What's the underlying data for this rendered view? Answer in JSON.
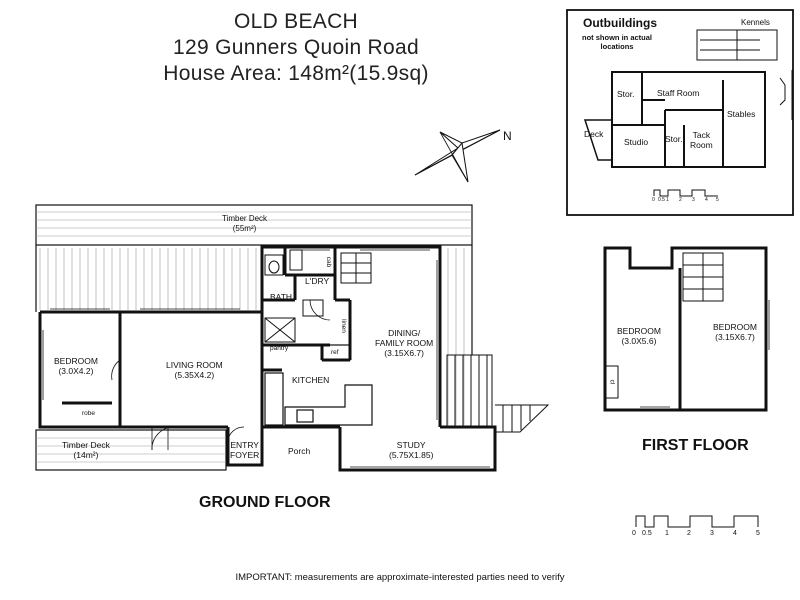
{
  "header": {
    "line1": "OLD BEACH",
    "line2": "129 Gunners Quoin Road",
    "line3": "House Area: 148m²(15.9sq)"
  },
  "compass": {
    "label": "N"
  },
  "outbuildings": {
    "title": "Outbuildings",
    "subtitle": "not shown in actual\nlocations",
    "kennels": "Kennels",
    "stor1": "Stor.",
    "staff_room": "Staff Room",
    "stables": "Stables",
    "deck": "Deck",
    "studio": "Studio",
    "stor2": "Stor.",
    "tack_room": "Tack\nRoom",
    "scale": [
      "0",
      "0.5",
      "1",
      "2",
      "3",
      "4",
      "5"
    ]
  },
  "ground_floor": {
    "heading": "GROUND FLOOR",
    "timber_deck_top": "Timber Deck\n(55m²)",
    "bedroom": "BEDROOM\n(3.0X4.2)",
    "robe": "robe",
    "living_room": "LIVING ROOM\n(5.35X4.2)",
    "laundry": "L'DRY",
    "cab": "cab",
    "bath": "BATH",
    "linen": "linen",
    "pantry": "pantry",
    "ref": "ref",
    "kitchen": "KITCHEN",
    "dining": "DINING/\nFAMILY ROOM\n(3.15X6.7)",
    "timber_deck_bottom": "Timber Deck\n(14m²)",
    "entry": "ENTRY\nFOYER",
    "porch": "Porch",
    "study": "STUDY\n(5.75X1.85)"
  },
  "first_floor": {
    "heading": "FIRST FLOOR",
    "bedroom1": "BEDROOM\n(3.0X5.6)",
    "bedroom2": "BEDROOM\n(3.15X6.7)",
    "cl": "cl"
  },
  "scale_bar": [
    "0",
    "0.5",
    "1",
    "2",
    "3",
    "4",
    "5"
  ],
  "disclaimer": "IMPORTANT: measurements are approximate-interested parties need to verify"
}
